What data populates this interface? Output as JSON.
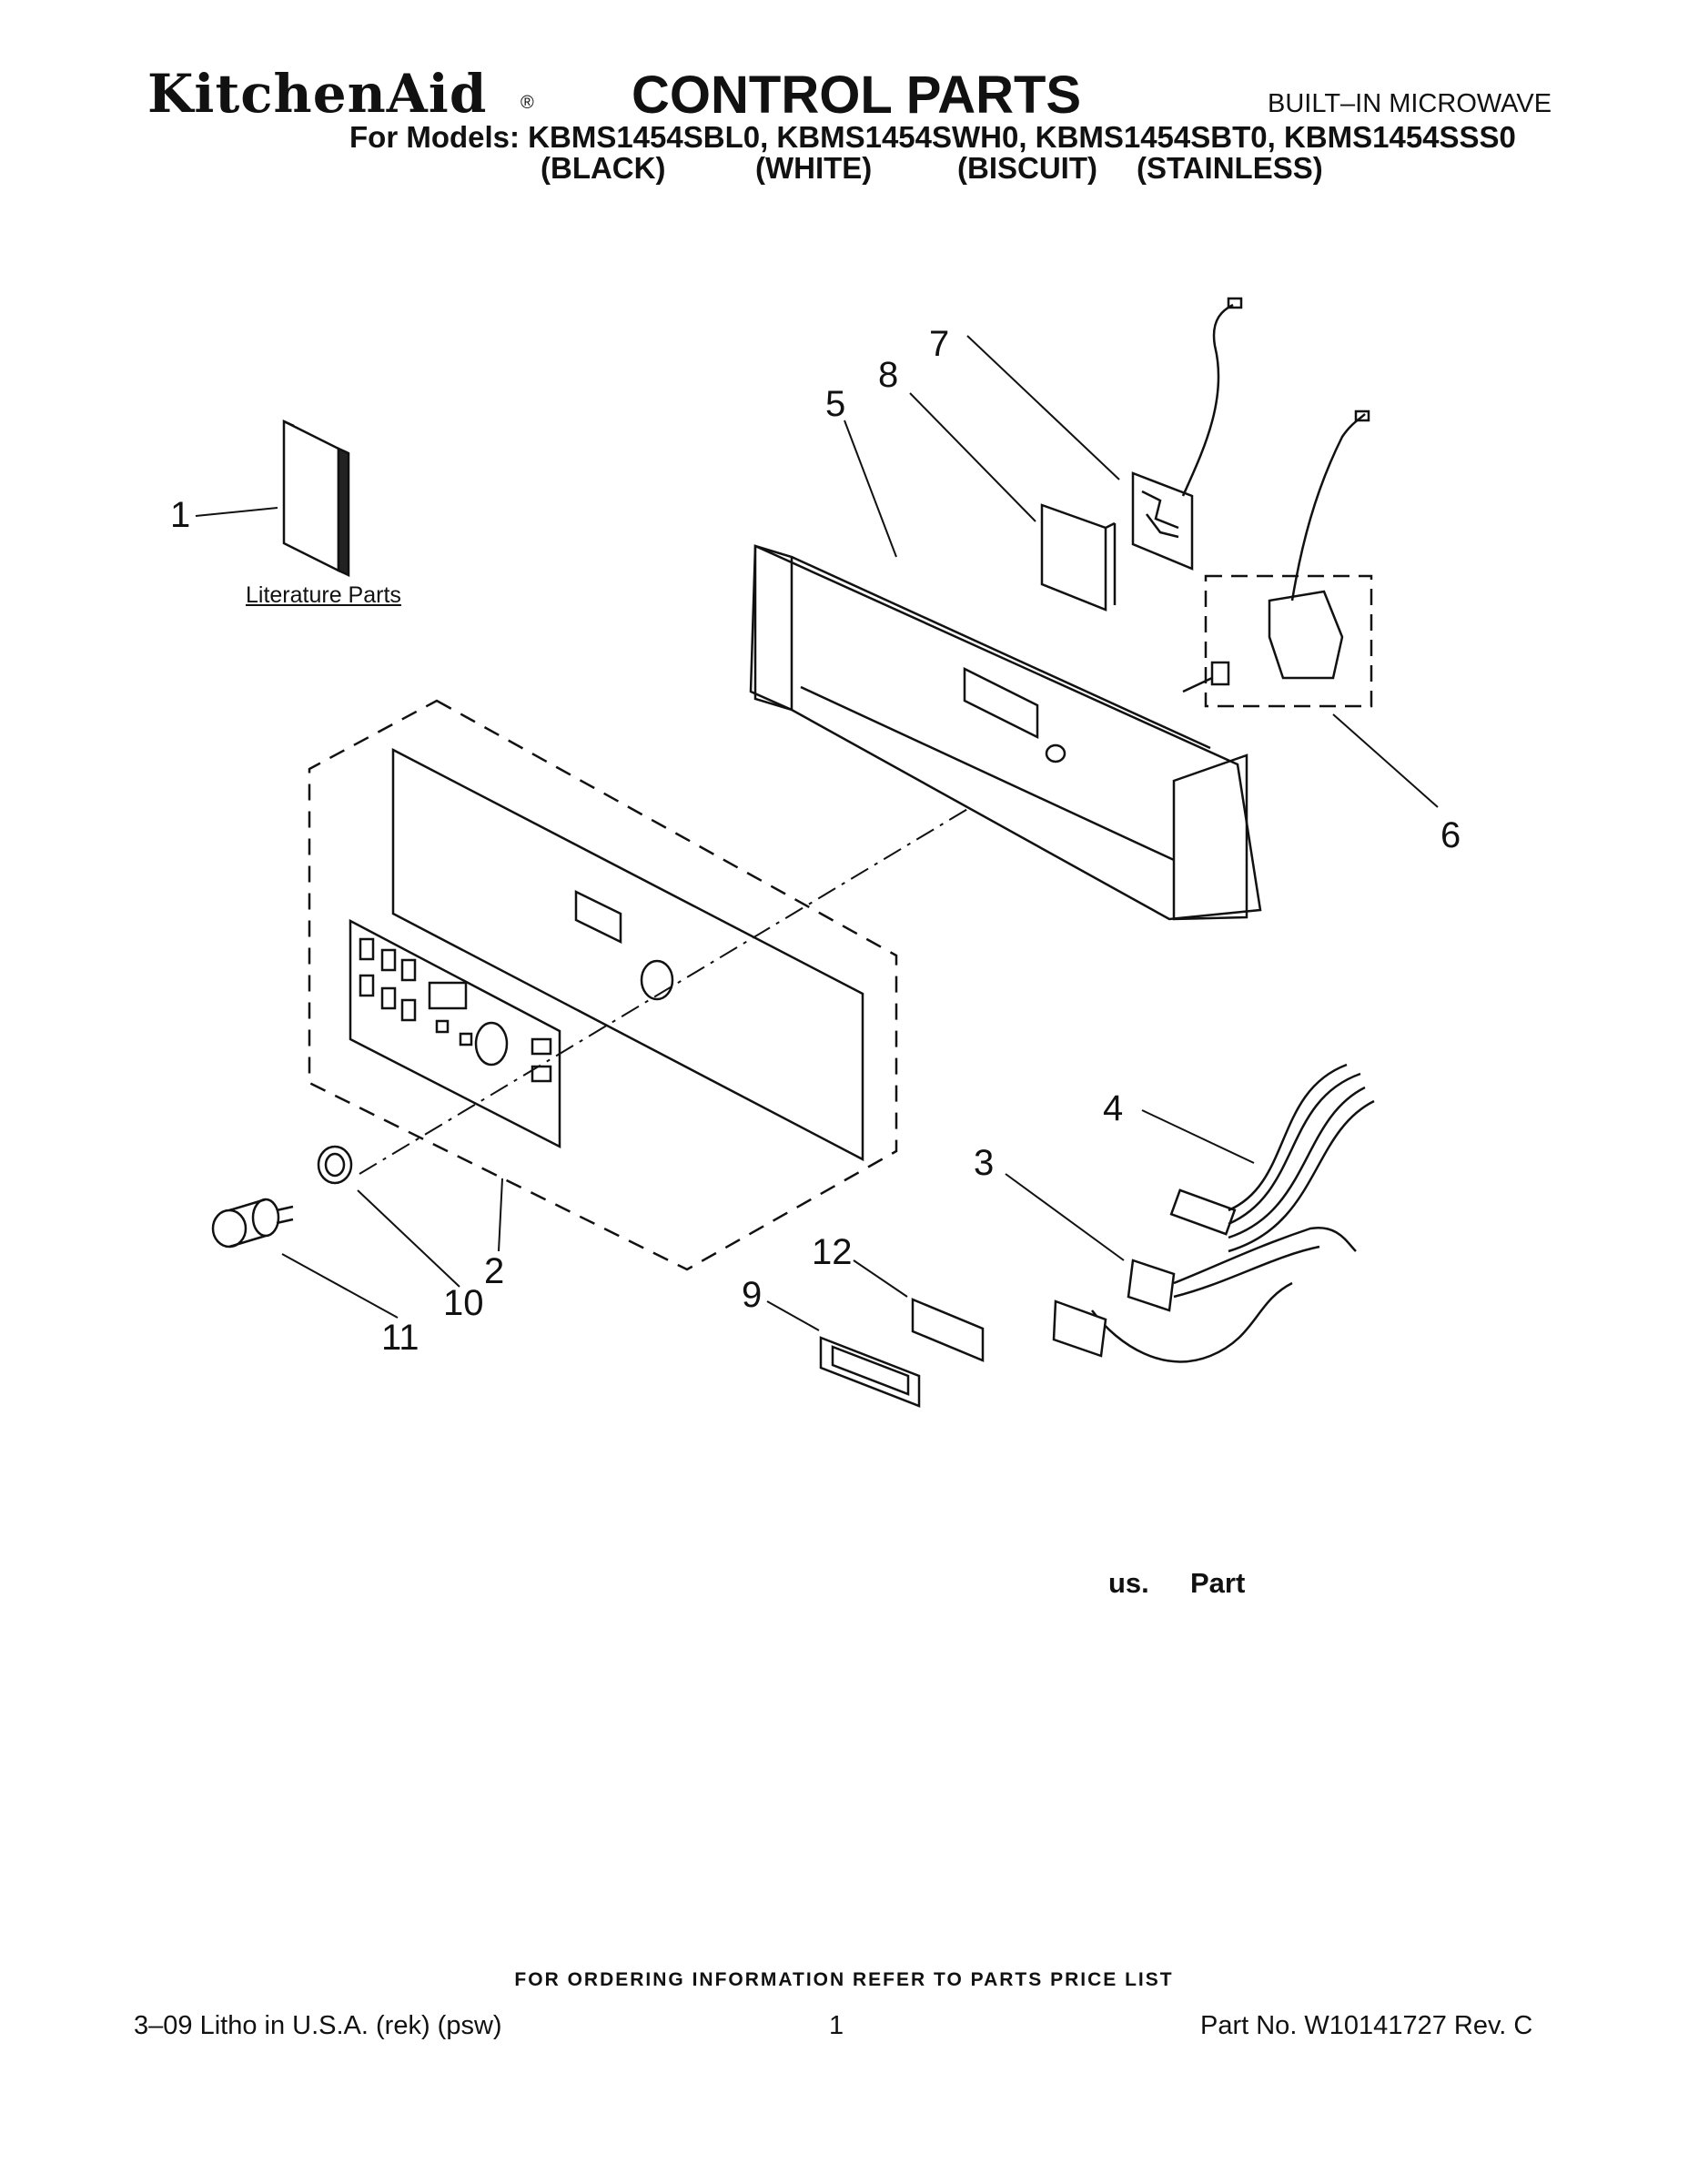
{
  "header": {
    "brand": "KitchenAid",
    "brand_mark": "®",
    "title": "CONTROL PARTS",
    "subtitle": "BUILT–IN MICROWAVE",
    "models_line": "For Models: KBMS1454SBL0, KBMS1454SWH0, KBMS1454SBT0, KBMS1454SSS0",
    "colors": [
      "(BLACK)",
      "(WHITE)",
      "(BISCUIT)",
      "(STAINLESS)"
    ]
  },
  "diagram": {
    "literature_label": "Literature Parts",
    "callouts": [
      "1",
      "2",
      "3",
      "4",
      "5",
      "6",
      "7",
      "8",
      "9",
      "10",
      "11",
      "12"
    ]
  },
  "legend": {
    "us": "us.",
    "part": "Part"
  },
  "footer": {
    "ordering": "FOR ORDERING INFORMATION REFER TO PARTS PRICE LIST",
    "litho": "3–09 Litho in U.S.A. (rek) (psw)",
    "page": "1",
    "part_no": "Part No. W10141727 Rev. C"
  }
}
